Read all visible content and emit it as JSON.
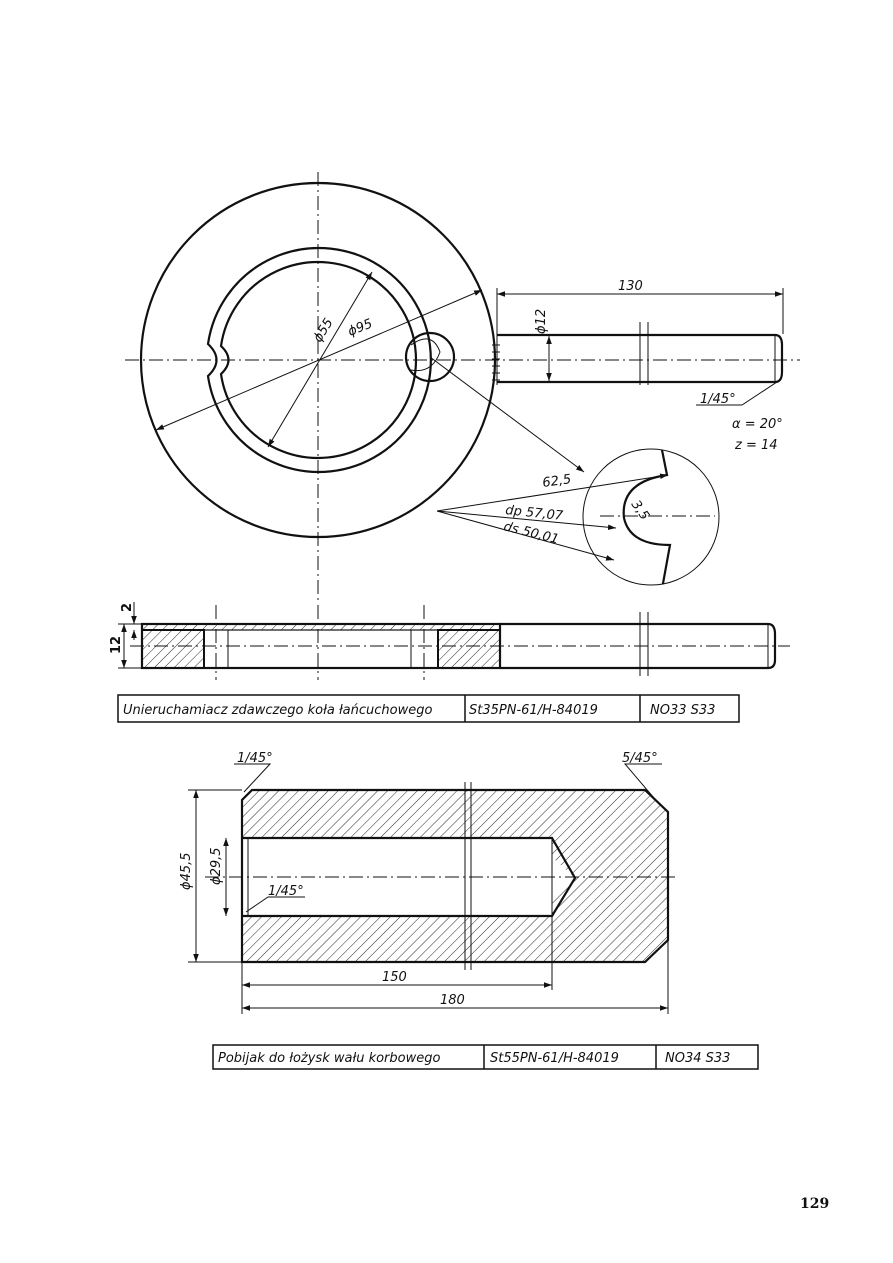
{
  "page_number": "129",
  "part1": {
    "dims": {
      "d55": "ϕ55",
      "d95": "ϕ95",
      "len130": "130",
      "d12": "ϕ12",
      "chamfer": "1/45°",
      "alpha": "α = 20°",
      "z": "z = 14",
      "r625": "62,5",
      "dp": "dp 57,07",
      "ds": "ds 50,01",
      "r35": "3,5",
      "t2": "2",
      "t12": "12"
    },
    "title_block": {
      "name": "Unieruchamiacz zdawczego koła łańcuchowego",
      "material": "St35PN-61/H-84019",
      "code": "NO33  S33"
    }
  },
  "part2": {
    "dims": {
      "chamfer_left": "1/45°",
      "chamfer_right": "5/45°",
      "chamfer_inner": "1/45°",
      "d455": "ϕ45,5",
      "d295": "ϕ29,5",
      "len150": "150",
      "len180": "180"
    },
    "title_block": {
      "name": "Pobijak do łożysk wału korbowego",
      "material": "St55PN-61/H-84019",
      "code": "NO34  S33"
    }
  }
}
